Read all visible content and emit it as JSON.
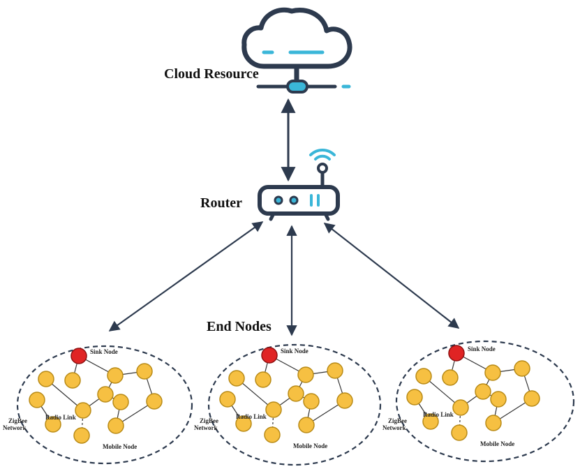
{
  "labels": {
    "cloud": "Cloud Resource",
    "router": "Router",
    "end_nodes": "End Nodes",
    "sink_node": "Sink Node",
    "radio_link": "Radio Link",
    "mobile_node": "Mobile Node",
    "zigbee_1": "ZigBee",
    "zigbee_2": "Network"
  },
  "colors": {
    "ink": "#2d3a4e",
    "accent": "#3ab6d8",
    "node": "#f6c042",
    "node_stroke": "#b88a16",
    "sink": "#e02424",
    "sink_stroke": "#8e1111"
  },
  "icons": [
    "cloud-icon",
    "router-icon",
    "wifi-icon"
  ],
  "network_count": 3
}
